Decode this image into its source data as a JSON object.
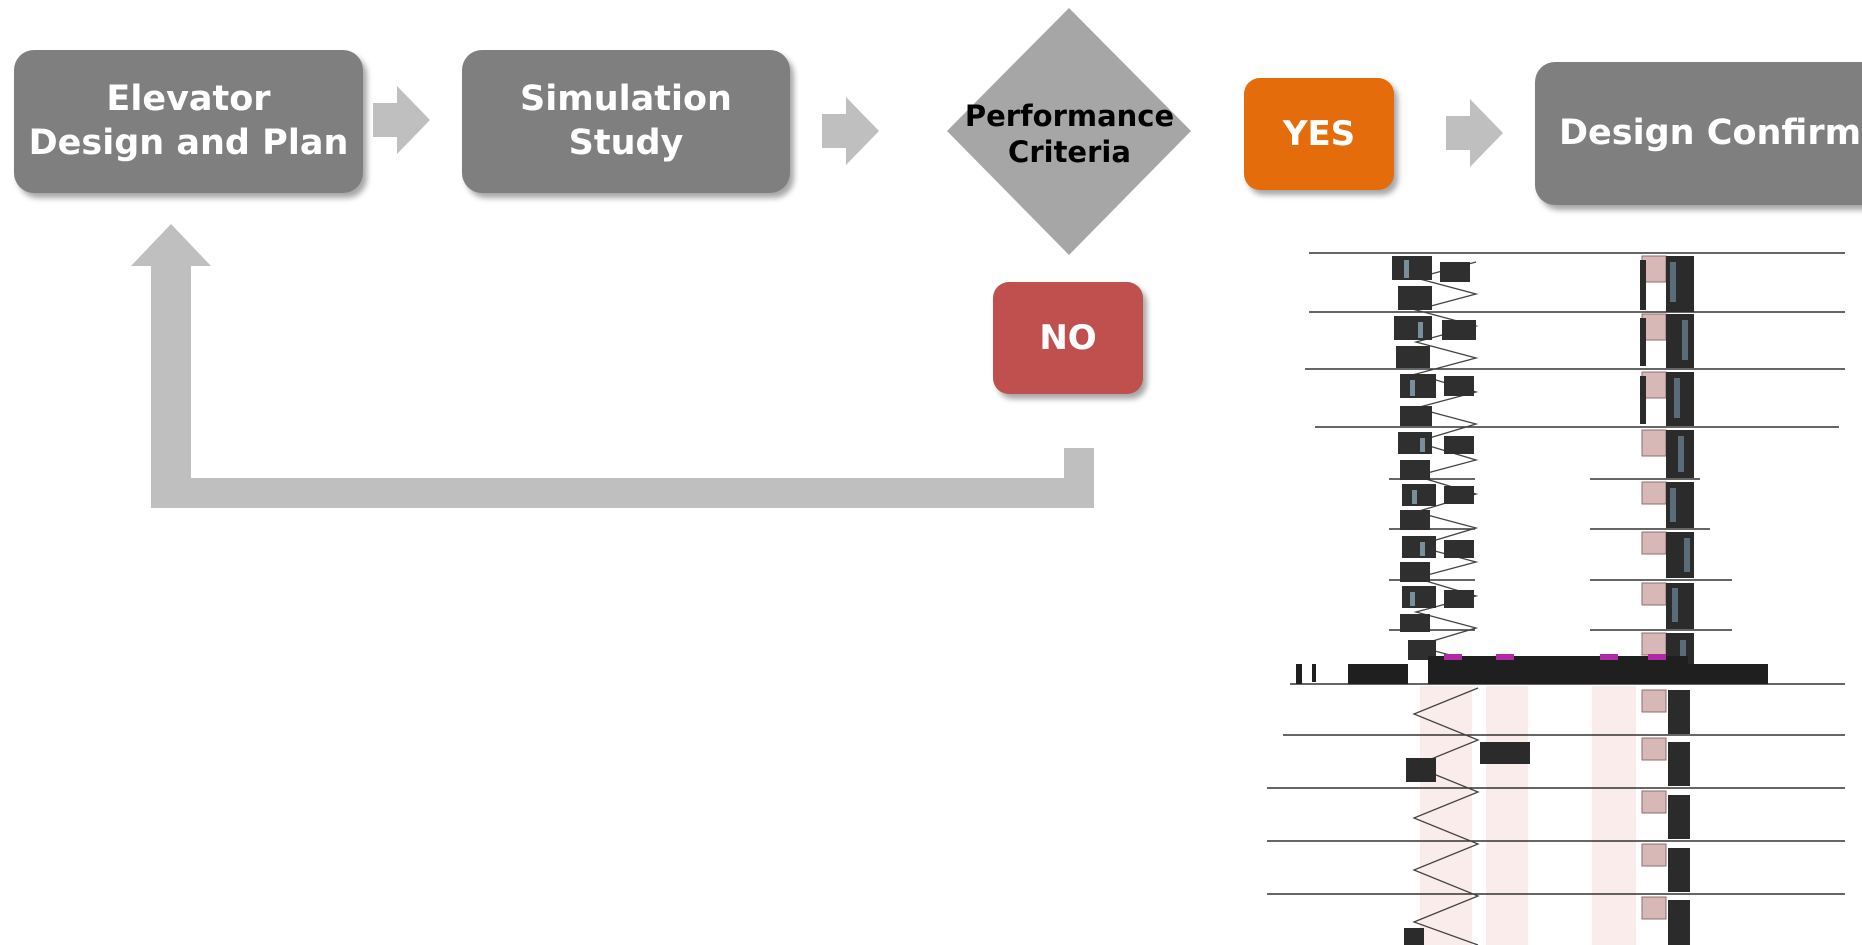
{
  "flow": {
    "elevator_label": "Elevator\nDesign and Plan",
    "simulation_label": "Simulation\nStudy",
    "criteria_label": "Performance\nCriteria",
    "yes_label": "YES",
    "no_label": "NO",
    "confirm_label": "Design Confirm"
  },
  "colors": {
    "process_box": "#7f7f7f",
    "decision_diamond": "#a6a6a6",
    "yes_box": "#e46c0a",
    "no_box": "#c0504d",
    "arrow": "#bfbfbf"
  },
  "illustration": {
    "description_icon": "elevator-simulation-crowd-section"
  }
}
